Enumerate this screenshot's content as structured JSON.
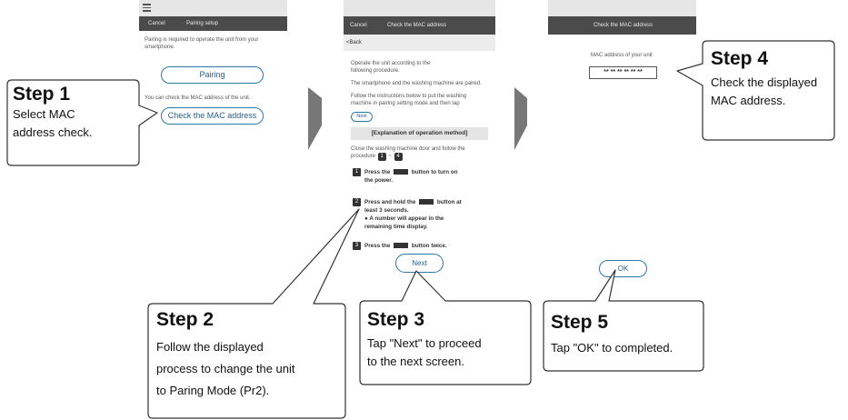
{
  "screen1": {
    "menu_icon": "hamburger-menu-icon",
    "cancel": "Cancel",
    "title": "Pairing setup",
    "intro_line1": "Pairing is required to operate the unit from your",
    "intro_line2": "smartphone.",
    "pairing_button": "Pairing",
    "mac_hint": "You can check the MAC address of the unit.",
    "mac_button": "Check the MAC address"
  },
  "screen2": {
    "cancel": "Cancel",
    "title": "Check the MAC address",
    "back": "<Back",
    "line1": "Operate the unit according to the",
    "line2": "following procedure.",
    "line3": "The smartphone and the washing machine are paired.",
    "line4": "Follow the instructions below to put the washing",
    "line5": "machine in pairing setting mode and then tap",
    "inline_next": "Next",
    "inline_period": ".",
    "explain_heading": "[Explanation of operation method]",
    "close_line1": "Close the washing machine door and follow the",
    "close_line2_prefix": "procedure",
    "close_line2_n1": "1",
    "close_line2_tilde": "~",
    "close_line2_n4": "4",
    "item1": {
      "num": "1",
      "pre": "Press the",
      "post": "button to turn on",
      "line2": "the power."
    },
    "item2": {
      "num": "2",
      "pre": "Press and hold the",
      "post": "button at",
      "line2": "least 3 seconds.",
      "line3": "● A number will appear in the",
      "line4": "remaining time display."
    },
    "item3": {
      "num": "3",
      "pre": "Press the",
      "post": "button twice."
    },
    "next_button": "Next"
  },
  "screen3": {
    "title": "Check the MAC address",
    "label": "MAC address of your unit",
    "mac_value": "** ** ** ** ** **",
    "ok_button": "OK"
  },
  "steps": {
    "s1": {
      "title": "Step 1",
      "line1": "Select MAC",
      "line2": "address check."
    },
    "s2": {
      "title": "Step 2",
      "line1": "Follow the displayed",
      "line2": "process to change the unit",
      "line3": "to Paring Mode (Pr2)."
    },
    "s3": {
      "title": "Step 3",
      "line1": "Tap \"Next\" to proceed",
      "line2": "to the next screen."
    },
    "s4": {
      "title": "Step 4",
      "line1": "Check the displayed",
      "line2": "MAC address."
    },
    "s5": {
      "title": "Step 5",
      "line1": "Tap \"OK\" to completed."
    }
  },
  "colors": {
    "header": "#4b4b4b",
    "subheader": "#ececec",
    "accent": "#2a78a6",
    "arrow": "#777777"
  }
}
